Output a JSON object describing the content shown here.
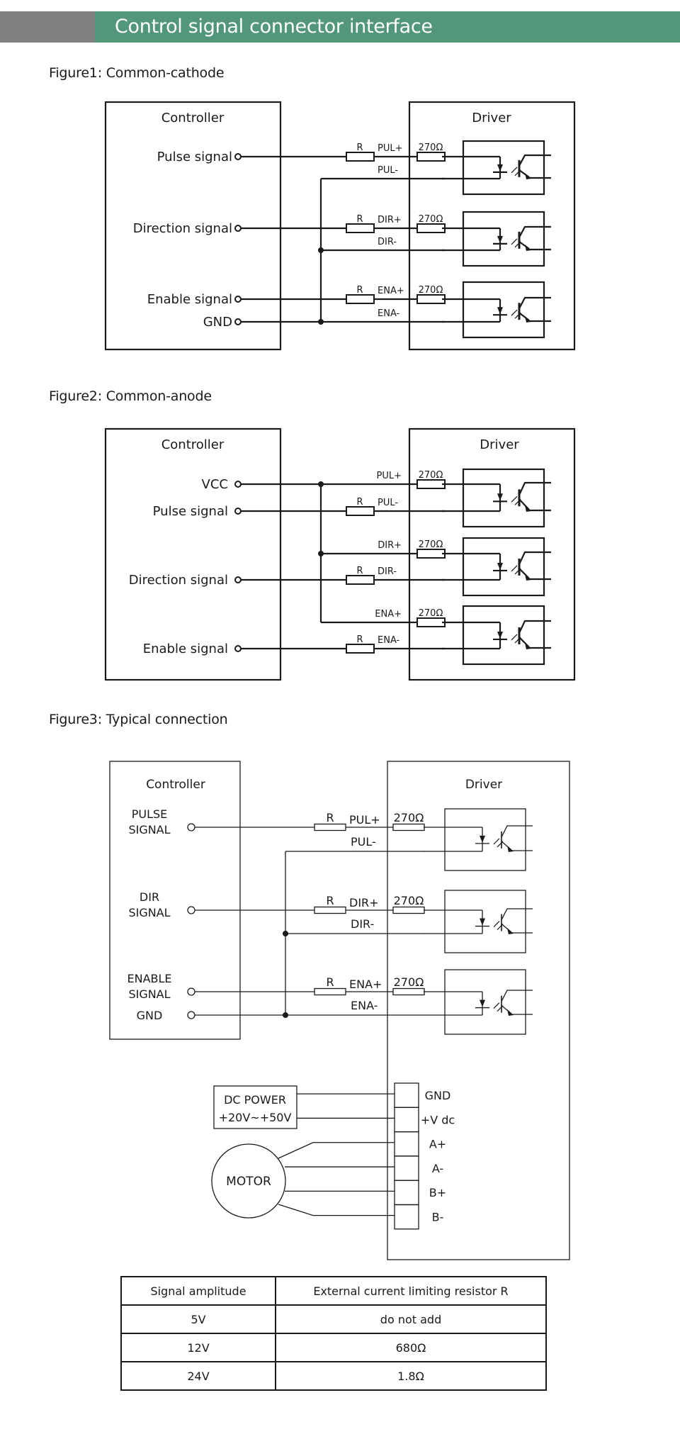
{
  "header": {
    "title": "Control signal connector interface",
    "colors": {
      "accent_green": "#52977a",
      "accent_gray": "#808080"
    }
  },
  "figures": [
    {
      "title": "Figure1: Common-cathode",
      "controller_label": "Controller",
      "driver_label": "Driver",
      "controller_pins": [
        "Pulse signal",
        "Direction signal",
        "Enable signal",
        "GND"
      ],
      "wire_labels": [
        "PUL+",
        "PUL-",
        "DIR+",
        "DIR-",
        "ENA+",
        "ENA-"
      ],
      "external_resistor_label": "R",
      "internal_resistor_label": "270Ω"
    },
    {
      "title": "Figure2: Common-anode",
      "controller_label": "Controller",
      "driver_label": "Driver",
      "controller_pins": [
        "VCC",
        "Pulse signal",
        "Direction signal",
        "Enable signal"
      ],
      "wire_labels": [
        "PUL+",
        "PUL-",
        "DIR+",
        "DIR-",
        "ENA+",
        "ENA-"
      ],
      "external_resistor_label": "R",
      "internal_resistor_label": "270Ω"
    },
    {
      "title": "Figure3: Typical connection",
      "controller_label": "Controller",
      "driver_label": "Driver",
      "controller_pins": [
        [
          "PULSE",
          "SIGNAL"
        ],
        [
          "DIR",
          "SIGNAL"
        ],
        [
          "ENABLE",
          "SIGNAL"
        ],
        [
          "GND"
        ]
      ],
      "wire_labels": [
        "PUL+",
        "PUL-",
        "DIR+",
        "DIR-",
        "ENA+",
        "ENA-"
      ],
      "external_resistor_label": "R",
      "internal_resistor_label": "270Ω",
      "power_supply": [
        "DC POWER",
        "+20V~+50V"
      ],
      "motor_label": "MOTOR",
      "terminals": [
        "GND",
        "+V dc",
        "A+",
        "A-",
        "B+",
        "B-"
      ]
    }
  ],
  "resistor_table": {
    "headers": [
      "Signal amplitude",
      "External current limiting resistor R"
    ],
    "rows": [
      [
        "5V",
        "do not add"
      ],
      [
        "12V",
        "680Ω"
      ],
      [
        "24V",
        "1.8Ω"
      ]
    ]
  }
}
